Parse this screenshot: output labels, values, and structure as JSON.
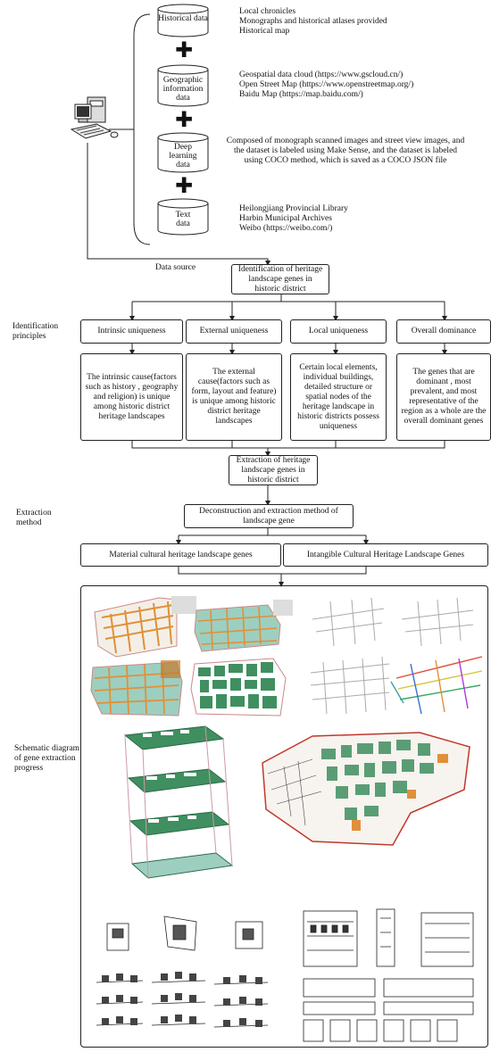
{
  "sources": [
    {
      "label": "Historical\ndata",
      "notes": [
        "Local chronicles",
        "Monographs and historical atlases provided",
        "Historical map"
      ]
    },
    {
      "label": "Geographic\ninformation\ndata",
      "notes": [
        "Geospatial data cloud (https://www.gscloud.cn/)",
        "Open Street Map (https://www.openstreetmap.org/)",
        "Baidu Map (https://map.baidu.com/)"
      ]
    },
    {
      "label": "Deep\nlearning\ndata",
      "notes": [
        "Composed of monograph scanned images and street view images, and the dataset is labeled using Make Sense, and the dataset is labeled using COCO method, which is saved as a COCO JSON file"
      ]
    },
    {
      "label": "Text\ndata",
      "notes": [
        "Heilongjiang Provincial Library",
        "Harbin Municipal Archives",
        "Weibo (https://weibo.com/)"
      ]
    }
  ],
  "data_source_label": "Data source",
  "identification_box": "Identification of heritage landscape genes in historic district",
  "identification_principles_label": "Identification principles",
  "principles": [
    {
      "title": "Intrinsic uniqueness",
      "desc": "The intrinsic cause(factors such as history , geography and religion) is unique among historic district heritage landscapes"
    },
    {
      "title": "External uniqueness",
      "desc": "The external cause(factors such as form, layout and feature) is unique among historic district heritage landscapes"
    },
    {
      "title": "Local uniqueness",
      "desc": "Certain local elements, individual buildings, detailed structure or spatial nodes of the heritage landscape in historic districts possess uniqueness"
    },
    {
      "title": "Overall dominance",
      "desc": "The genes that are dominant , most prevalent, and most representative of the region as a whole are the overall dominant genes"
    }
  ],
  "extraction_box": "Extraction of heritage landscape genes in historic district",
  "extraction_method_label": "Extraction method",
  "method_box": "Deconstruction and extraction method of landscape gene",
  "gene_types": [
    "Material cultural heritage landscape genes",
    "Intangible Cultural Heritage Landscape Genes"
  ],
  "schematic_label": "Schematic diagram of gene extraction progress",
  "colors": {
    "green": "#3f8f60",
    "teal": "#9ccfc0",
    "orange": "#e0903a",
    "line": "#222222"
  }
}
